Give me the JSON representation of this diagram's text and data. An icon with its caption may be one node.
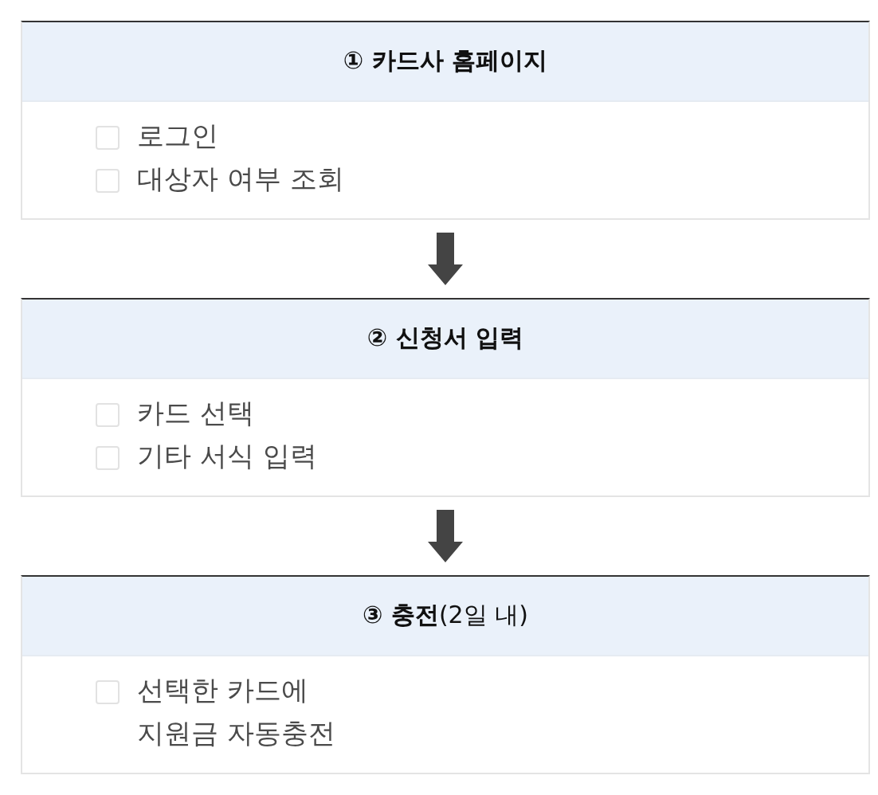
{
  "diagram": {
    "nodes": [
      {
        "text": [
          "① 카드사 홈페이지",
          "로그인",
          "대상자 여부 조회"
        ]
      },
      {
        "text": [
          "② 신청서 입력",
          "카드 선택",
          "기타 서식 입력"
        ]
      },
      {
        "text": [
          "**③ 충전**(2일 내)",
          "선택한 카드에 지원금 자동충전"
        ]
      }
    ],
    "edges": [
      {
        "from": 0,
        "to": 1,
        "arrow": "to"
      },
      {
        "from": 1,
        "to": 2,
        "arrow": "to"
      }
    ]
  }
}
